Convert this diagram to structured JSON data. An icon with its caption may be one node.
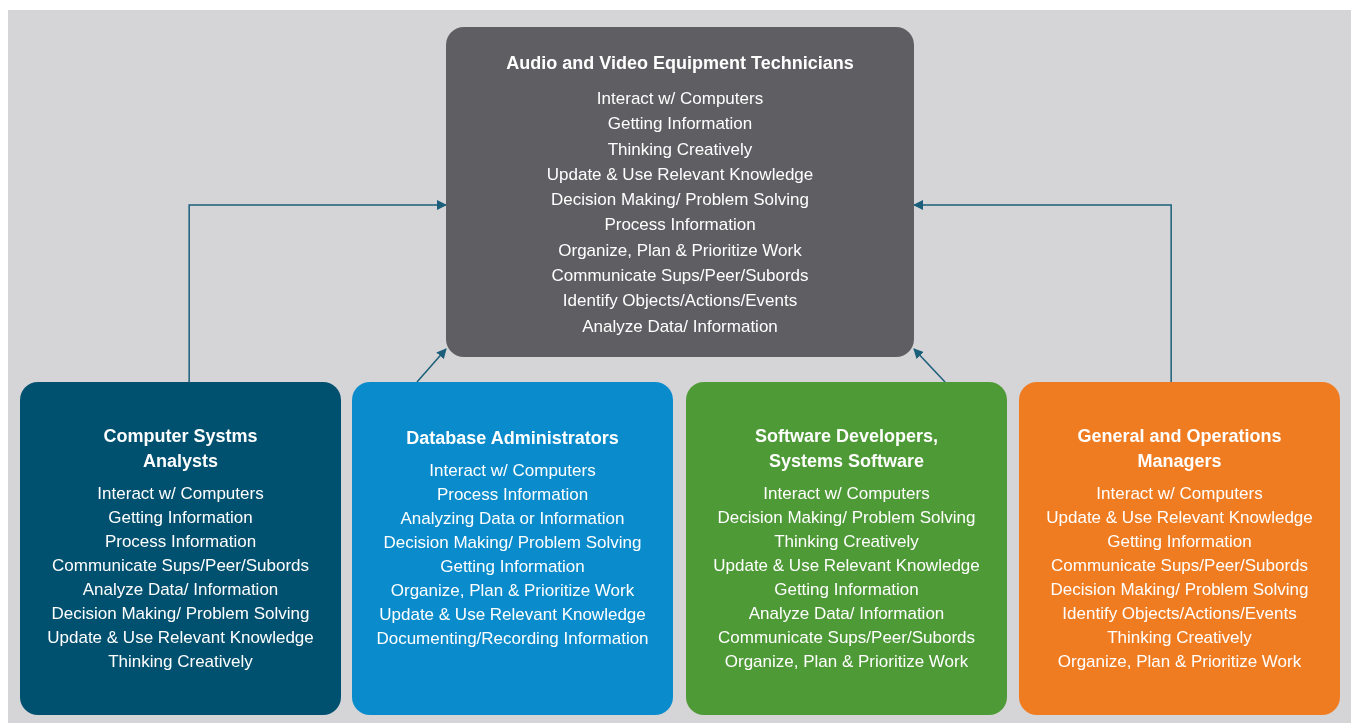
{
  "diagram": {
    "nodes": [
      {
        "text": [
          "Audio and Video Equipment Technicians",
          "Interact w/ Computers",
          "Getting Information",
          "Thinking Creatively",
          "Update & Use Relevant Knowledge",
          "Decision Making/ Problem Solving",
          "Process Information",
          "Organize, Plan & Prioritize Work",
          "Communicate Sups/Peer/Subords",
          "Identify Objects/Actions/Events",
          "Analyze Data/ Information"
        ]
      },
      {
        "text": [
          "Computer Systms Analysts",
          "Interact w/ Computers",
          "Getting Information",
          "Process Information",
          "Communicate Sups/Peer/Subords",
          "Analyze Data/ Information",
          "Decision Making/ Problem Solving",
          "Update & Use Relevant Knowledge",
          "Thinking Creatively"
        ]
      },
      {
        "text": [
          "Database Administrators",
          "Interact w/ Computers",
          "Process Information",
          "Analyzing Data or Information",
          "Decision Making/ Problem Solving",
          "Getting Information",
          "Organize, Plan & Prioritize Work",
          "Update & Use Relevant Knowledge",
          "Documenting/Recording Information"
        ]
      },
      {
        "text": [
          "Software Developers, Systems Software",
          "Interact w/ Computers",
          "Decision Making/ Problem Solving",
          "Thinking Creatively",
          "Update & Use Relevant Knowledge",
          "Getting Information",
          "Analyze Data/ Information",
          "Communicate Sups/Peer/Subords",
          "Organize, Plan & Prioritize Work"
        ]
      },
      {
        "text": [
          "General and Operations Managers",
          "Interact w/ Computers",
          "Update & Use Relevant Knowledge",
          "Getting Information",
          "Communicate Sups/Peer/Subords",
          "Decision Making/ Problem Solving",
          "Identify Objects/Actions/Events",
          "Thinking Creatively",
          "Organize, Plan & Prioritize Work"
        ]
      }
    ],
    "edges": [
      {
        "from": 1,
        "to": 0,
        "arrow": "to"
      },
      {
        "from": 2,
        "to": 0,
        "arrow": "to"
      },
      {
        "from": 3,
        "to": 0,
        "arrow": "to"
      },
      {
        "from": 4,
        "to": 0,
        "arrow": "to"
      }
    ]
  }
}
